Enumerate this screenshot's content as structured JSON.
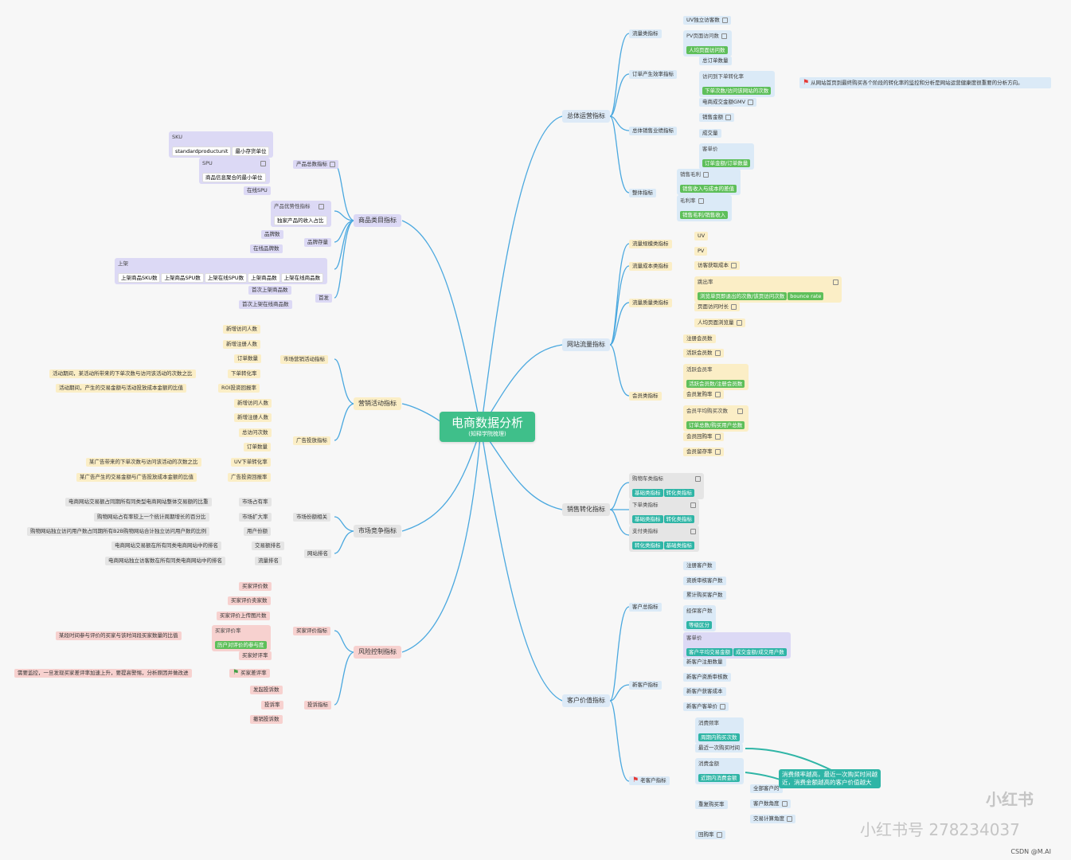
{
  "root": {
    "title": "电商数据分析",
    "subtitle": "(知释学院梳理)"
  },
  "categories": {
    "c1": "总体运营指标",
    "c2": "网站流量指标",
    "c3": "销售转化指标",
    "c4": "客户价值指标",
    "c5": "商品类目指标",
    "c6": "营销活动指标",
    "c7": "市场竞争指标",
    "c8": "风险控制指标"
  },
  "c1": {
    "g1": "流量类指标",
    "uv": "UV独立访客数",
    "pv": "PV页面访问数",
    "pv_formula": "人均页面访问数",
    "g2": "订单产生效率指标",
    "orders": "总订单数量",
    "conv": "访问到下单转化率",
    "conv_formula": "下单次数/访问该网站的次数",
    "conv_note": "从网站首页到最终购买各个阶段的转化率的监控和分析是网站运营健康度很重要的分析方向。",
    "g3": "总体销售业绩指标",
    "gmv": "电商成交金额GMV",
    "sales": "销售金额",
    "deal": "成交量",
    "aov": "客单价",
    "aov_formula": "订单金额/订单数量",
    "g4": "整体指标",
    "margin": "销售毛利",
    "margin_formula": "销售收入与成本的差值",
    "margin_rate": "毛利率",
    "margin_rate_formula": "销售毛利/销售收入"
  },
  "c2": {
    "g1": "流量规模类指标",
    "uv": "UV",
    "pv": "PV",
    "g2": "流量成本类指标",
    "cac": "访客获取成本",
    "g3": "流量质量类指标",
    "bounce": "跳出率",
    "bounce_formula": "浏览单页即退出的次数/该页访问次数",
    "bounce_en": "bounce rate",
    "time": "页面访问时长",
    "avg_pv": "人均页面浏览量",
    "g4": "会员类指标",
    "reg": "注册会员数",
    "active": "活跃会员数",
    "active_rate": "活跃会员率",
    "active_rate_formula": "活跃会员数/注册会员数",
    "repurchase": "会员复购率",
    "avg_buy": "会员平均购买次数",
    "avg_buy_formula": "订单总数/购买用户总数",
    "return_rate": "会员回购率",
    "retention": "会员留存率"
  },
  "c3": {
    "cart": "购物车类指标",
    "order": "下单类指标",
    "pay": "支付类指标",
    "basic": "基础类指标",
    "convert": "转化类指标"
  },
  "c4": {
    "g1": "客户总指标",
    "acc": "注册客户数",
    "audit": "资质审核客户数",
    "cum": "累计购买客户数",
    "member": "经保客户数",
    "level": "等级区分",
    "price": "客单价",
    "price_f1": "客户平均交易金额",
    "price_f2": "成交金额/成交用户数",
    "g2": "新客户指标",
    "n1": "新客户注册数量",
    "n2": "新客户资质审核数",
    "n3": "新客户获客成本",
    "n4": "新客户客单价",
    "g3": "老客户指标",
    "freq": "消费频率",
    "freq_f": "周期内购买次数",
    "recent": "最近一次购买时间",
    "amount": "消费金额",
    "amount_f": "近期内消费金额",
    "repeat": "重复购买率",
    "repeat_c": "全部客户的",
    "angle1": "客户数角度",
    "angle2": "交易计算角度",
    "return": "回购率",
    "callout": "消费频率越高，最近一次购买时间越近，消费金额越高的客户价值越大"
  },
  "c5": {
    "g1": "产品总数指标",
    "sku": "SKU",
    "sku_full": "standardproductunit",
    "sku_min": "最小存货单位",
    "spu": "SPU",
    "spu_desc": "商品信息聚合的最小单位",
    "online_spu": "在线SPU",
    "g2": "产品优势性指标",
    "excl": "独家产品的收入占比",
    "g3": "品牌存量",
    "brands": "品牌数",
    "online_brands": "在线品牌数",
    "g4": "上架",
    "s1": "上架商品SKU数",
    "s2": "上架商品SPU数",
    "s3": "上架在线SPU数",
    "s4": "上架商品数",
    "s5": "上架在线商品数",
    "g5": "首发",
    "f1": "首次上架商品数",
    "f2": "首次上架在线商品数"
  },
  "c6": {
    "g1": "市场营销活动指标",
    "m1": "新增访问人数",
    "m2": "新增注册人数",
    "m3": "订单数量",
    "m4": "下单转化率",
    "m5": "ROI投资回报率",
    "m4_note": "活动期间，某活动所带来的下单次数与访问该活动的次数之比",
    "m5_note": "活动期间，产生的交易金额与活动投放成本金额的比值",
    "g2": "广告投放指标",
    "a1": "新增访问人数",
    "a2": "新增注册人数",
    "a3": "总访问次数",
    "a4": "订单数量",
    "a5": "UV下单转化率",
    "a6": "广告投资回报率",
    "a5_note": "某广告带来的下单次数与访问该活动的次数之比",
    "a6_note": "某广告产生的交易金额与广告投放成本金额的比值"
  },
  "c7": {
    "g1": "市场份额相关",
    "share": "市场占有率",
    "expand": "市场扩大率",
    "user_share": "用户份额",
    "share_note": "电商网站交易额占同期所有同类型电商网站整体交易额的比重",
    "expand_note": "购物网站占有率较上一个统计周期增长的百分比",
    "user_note": "购物网站独立访问用户数占同期所有B2B购物网站合计独立访问用户数的比例",
    "g2": "网站排名",
    "rank1": "交易额排名",
    "rank2": "流量排名",
    "rank1_note": "电商网站交易额在所有同类电商网站中的排名",
    "rank2_note": "电商网站独立访客数在所有同类电商网站中的排名"
  },
  "c8": {
    "g1": "买家评价指标",
    "r1": "买家评价数",
    "r2": "买家评价卖家数",
    "r3": "买家评价上传图片数",
    "r4": "买家评价率",
    "r4_f": "历户对评价的参与度",
    "r4_note": "某段时间参与评价的买家与该时间段买家数量的比值",
    "r5": "买家好评率",
    "r6": "买家差评率",
    "r6_note": "需要监控，一旦发现买家差评率加速上升，要提高警惕，分析原因并做改进",
    "g2": "投诉指标",
    "t1": "发起投诉数",
    "t2": "投诉率",
    "t3": "撤销投诉数"
  },
  "watermark": {
    "a": "小红书",
    "b": "小红书号 278234037",
    "c": "CSDN @M.AI"
  },
  "colors": {
    "link": "#4aa8df",
    "root": "#3fbf8a",
    "formula": "#5ebf5a"
  }
}
